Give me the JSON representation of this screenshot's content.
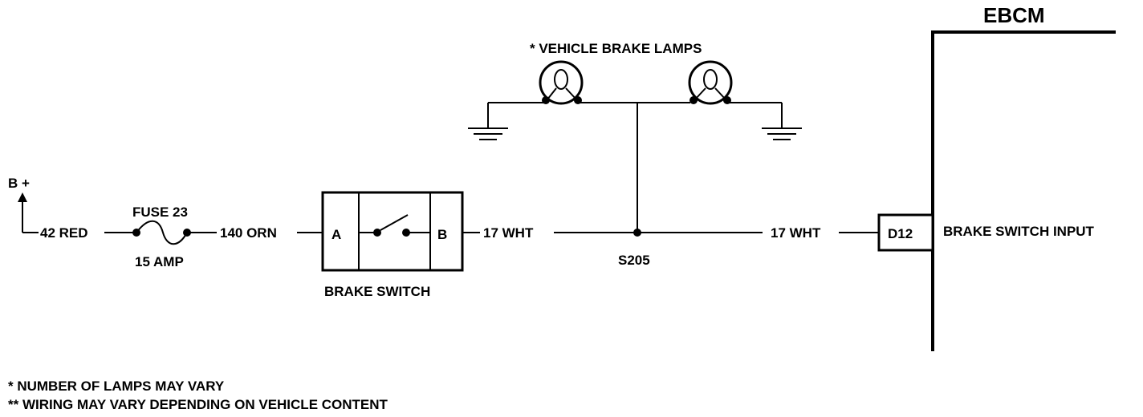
{
  "title": "",
  "module": {
    "name": "EBCM",
    "pin": "D12",
    "pin_label": "BRAKE SWITCH INPUT"
  },
  "power": {
    "label": "B +"
  },
  "fuse": {
    "name": "FUSE  23",
    "rating": "15 AMP"
  },
  "wires": {
    "w42": "42 RED",
    "w140": "140 ORN",
    "w17_left": "17 WHT",
    "w17_right": "17 WHT"
  },
  "brake_switch": {
    "name": "BRAKE SWITCH",
    "terminal_a": "A",
    "terminal_b": "B"
  },
  "splice": {
    "name": "S205"
  },
  "lamps": {
    "label": "* VEHICLE BRAKE LAMPS"
  },
  "notes": [
    "* NUMBER OF LAMPS MAY VARY",
    "** WIRING MAY VARY DEPENDING ON VEHICLE CONTENT"
  ],
  "colors": {
    "ink": "#000000",
    "background": "#ffffff"
  }
}
